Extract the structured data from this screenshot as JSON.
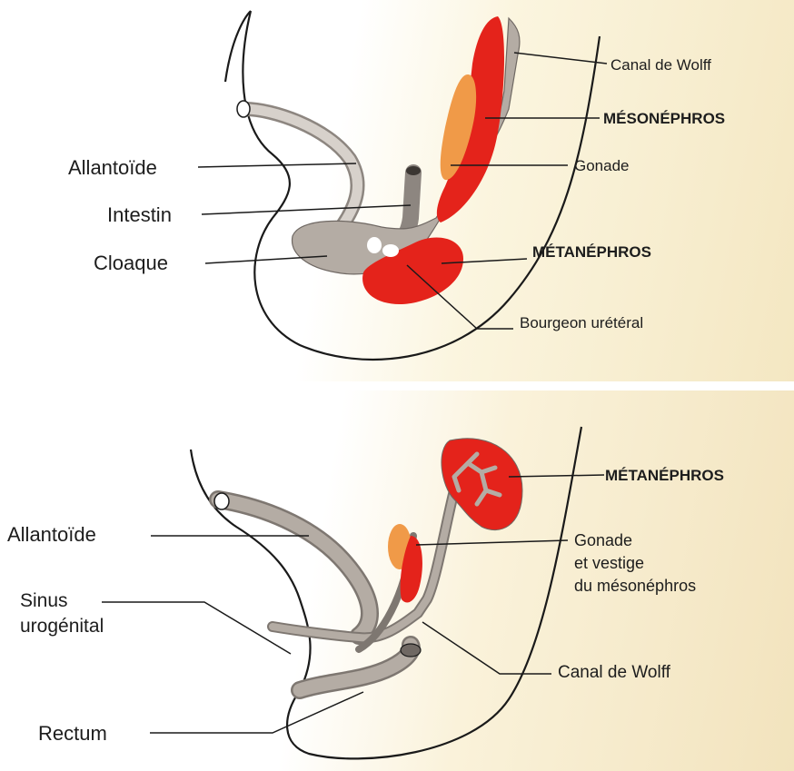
{
  "top_diagram": {
    "labels": {
      "allantoide": "Allantoïde",
      "intestin": "Intestin",
      "cloaque": "Cloaque",
      "canal_de_wolff": "Canal de Wolff",
      "mesonephros": "MÉSONÉPHROS",
      "gonade": "Gonade",
      "metanephros": "MÉTANÉPHROS",
      "bourgeon_ureteral": "Bourgeon urétéral"
    }
  },
  "bottom_diagram": {
    "labels": {
      "allantoide": "Allantoïde",
      "sinus_line1": "Sinus",
      "sinus_line2": "urogénital",
      "rectum": "Rectum",
      "metanephros": "MÉTANÉPHROS",
      "gonade_line1": "Gonade",
      "gonade_line2": "et vestige",
      "gonade_line3": "du mésonéphros",
      "canal_de_wolff": "Canal de Wolff"
    }
  },
  "colors": {
    "kidney_red": "#e4231b",
    "gonad_orange": "#f09a48",
    "tissue_grey": "#b4aca4",
    "outline": "#1a1a1a"
  }
}
